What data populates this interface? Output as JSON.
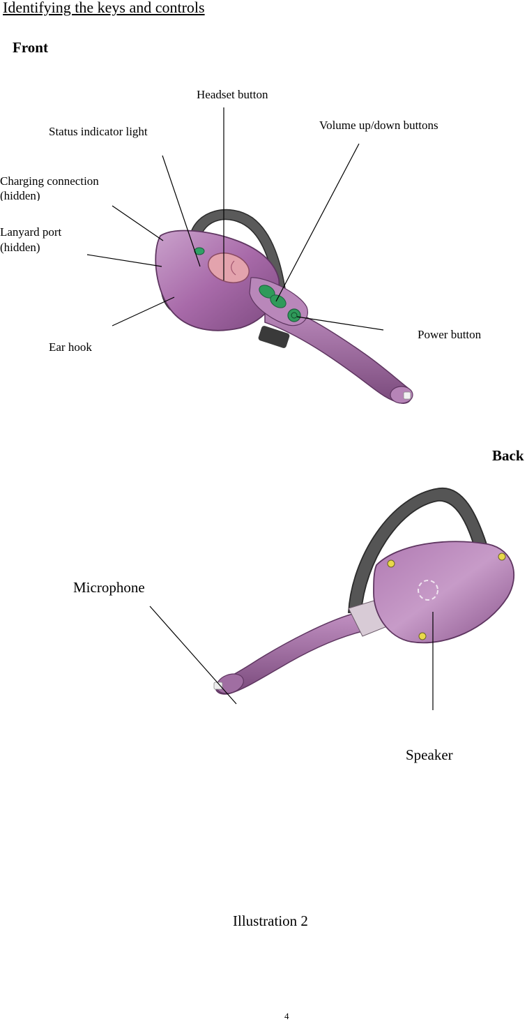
{
  "heading": "Identifying the keys and controls",
  "front": {
    "title": "Front",
    "labels": {
      "headset_button": "Headset button",
      "status_light": "Status indicator light",
      "volume_buttons": "Volume up/down buttons",
      "charging_line1": "Charging connection",
      "charging_line2": "(hidden)",
      "lanyard_line1": "Lanyard port",
      "lanyard_line2": "(hidden)",
      "ear_hook": "Ear hook",
      "power_button": "Power button"
    }
  },
  "back": {
    "title": "Back",
    "labels": {
      "microphone": "Microphone",
      "speaker": "Speaker"
    }
  },
  "caption": "Illustration 2",
  "page_number": "4",
  "colors": {
    "body_purple": "#a76aa8",
    "body_light": "#c79bc8",
    "ear_hook_gray": "#555555",
    "button_green": "#2f9a5a",
    "headset_pink": "#e3a3ad"
  }
}
